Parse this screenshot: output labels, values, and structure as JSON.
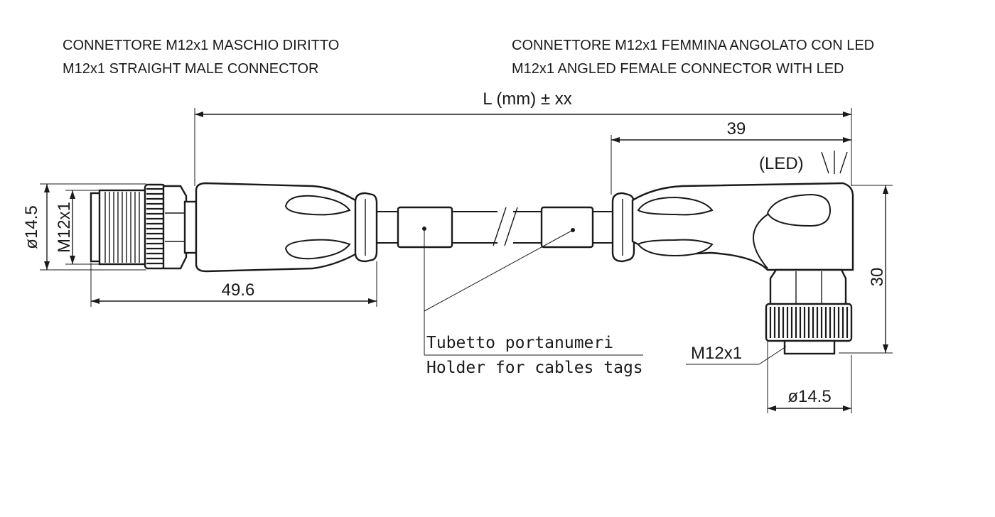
{
  "headers": {
    "left_it": "CONNETTORE M12x1 MASCHIO DIRITTO",
    "left_en": "M12x1 STRAIGHT MALE CONNECTOR",
    "right_it": "CONNETTORE M12x1 FEMMINA ANGOLATO CON LED",
    "right_en": "M12x1 ANGLED FEMALE CONNECTOR WITH LED"
  },
  "dimensions": {
    "overall_length": "L (mm) ± xx",
    "right_length": "39",
    "led_label": "(LED)",
    "led_symbol": "\\|/",
    "right_height": "30",
    "left_diameter": "ø14.5",
    "left_thread": "M12x1",
    "left_length": "49.6",
    "right_thread": "M12x1",
    "right_diameter": "ø14.5"
  },
  "callout": {
    "line_it": "Tubetto portanumeri",
    "line_en": "Holder for cables tags"
  },
  "colors": {
    "line": "#1a1a1a",
    "background": "#ffffff"
  }
}
